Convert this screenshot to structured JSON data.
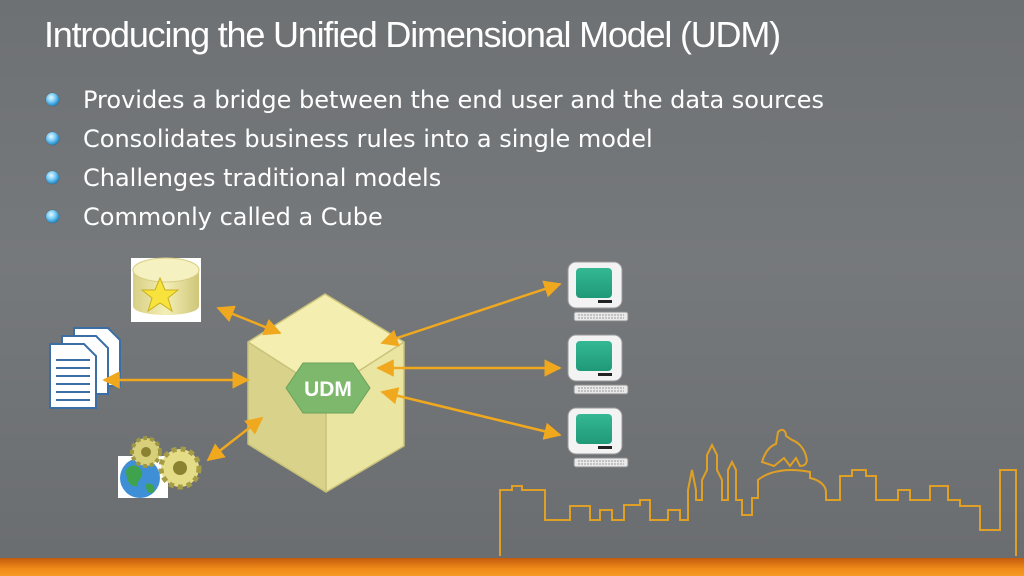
{
  "slide": {
    "title": "Introducing the Unified Dimensional Model (UDM)",
    "bullets": [
      "Provides a bridge between the end user and the data sources",
      "Consolidates business rules into a single model",
      "Challenges traditional models",
      "Commonly called a Cube"
    ]
  },
  "diagram": {
    "center_label": "UDM",
    "icons": [
      "database-star-icon",
      "documents-icon",
      "globe-gears-icon",
      "computer-terminal-icon",
      "computer-terminal-icon",
      "computer-terminal-icon"
    ]
  },
  "colors": {
    "accent": "#f0a81e",
    "cube": "#eee8a4",
    "hexagon": "#7db86c",
    "bullet": "#2a9ad8",
    "footer": "#f08a1a"
  }
}
